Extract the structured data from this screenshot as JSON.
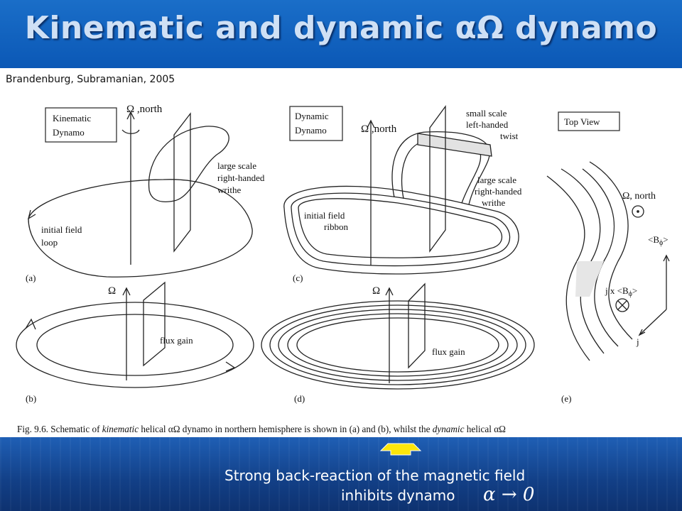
{
  "slide": {
    "title": "Kinematic and dynamic  αΩ dynamo",
    "credit": "Brandenburg, Subramanian, 2005"
  },
  "figure": {
    "box_kinematic": [
      "Kinematic",
      "Dynamo"
    ],
    "box_dynamic": [
      "Dynamic",
      "Dynamo"
    ],
    "box_top_view": "Top View",
    "omega_north": "Ω ,north",
    "omega": "Ω",
    "omega_north_e": "Ω, north",
    "large_scale": [
      "large scale",
      "right-handed",
      "writhe"
    ],
    "small_scale": [
      "small scale",
      "left-handed",
      "twist"
    ],
    "initial_field_loop": [
      "initial field",
      "loop"
    ],
    "initial_field_ribbon": [
      "initial field",
      "ribbon"
    ],
    "flux_gain": "flux gain",
    "b_phi": "<B",
    "b_phi_sub": "ϕ",
    "b_phi_close": ">",
    "jxb": "j x <B",
    "j_label": "j",
    "panel_labels": [
      "(a)",
      "(b)",
      "(c)",
      "(d)",
      "(e)"
    ],
    "caption": {
      "prefix": "Fig. 9.6. Schematic of ",
      "kinematic": "kinematic",
      "mid1": " helical αΩ dynamo in northern hemisphere is shown in (a) and (b), whilst the ",
      "dynamic": "dynamic",
      "mid2": " helical αΩ"
    }
  },
  "footer": {
    "line1": "Strong back-reaction of the magnetic field",
    "line2": "inhibits dynamo",
    "formula": "α → 0",
    "arrow_color": "#fde60a"
  }
}
